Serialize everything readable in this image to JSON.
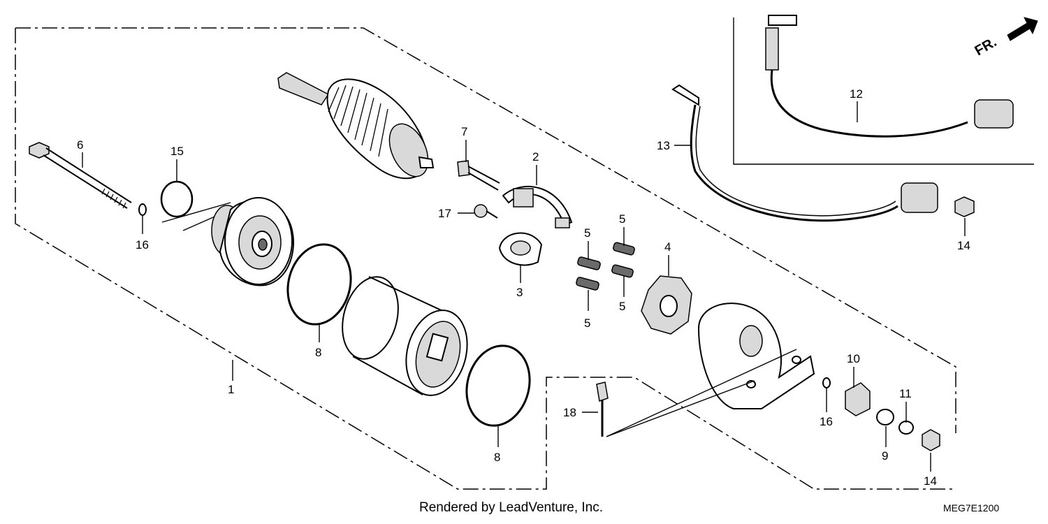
{
  "labels": {
    "p1": "1",
    "p2": "2",
    "p3": "3",
    "p4": "4",
    "p5a": "5",
    "p5b": "5",
    "p5c": "5",
    "p5d": "5",
    "p6": "6",
    "p7": "7",
    "p8a": "8",
    "p8b": "8",
    "p9": "9",
    "p10": "10",
    "p11": "11",
    "p12": "12",
    "p13": "13",
    "p14a": "14",
    "p14b": "14",
    "p15": "15",
    "p16a": "16",
    "p16b": "16",
    "p17": "17",
    "p18": "18"
  },
  "direction_label": "FR.",
  "footer": {
    "credit": "Rendered by LeadVenture, Inc.",
    "code": "MEG7E1200"
  }
}
